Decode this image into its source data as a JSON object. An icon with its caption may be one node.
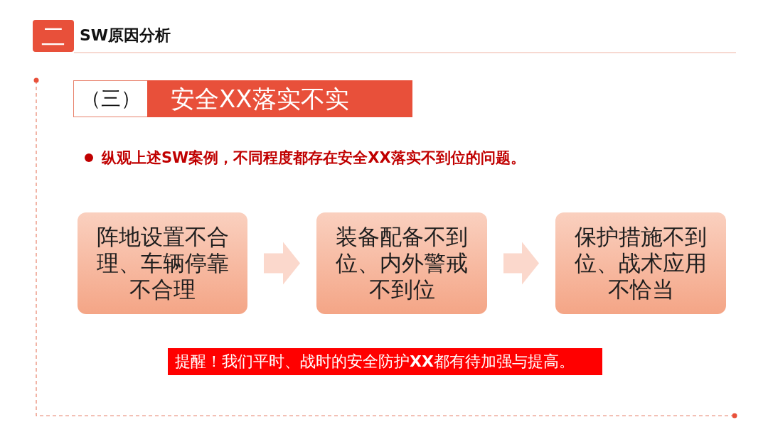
{
  "diagram": {
    "title": "SW原因分析",
    "nodes": [
      {
        "text": [
          "二"
        ]
      },
      {
        "text": [
          "（三）"
        ]
      },
      {
        "text": [
          "安全XX落实不实"
        ]
      },
      {
        "text": [
          "阵地设置不合理、车辆停靠不合理"
        ]
      },
      {
        "text": [
          "装备配备不到位、内外警戒不到位"
        ]
      },
      {
        "text": [
          "保护措施不到位、战术应用不恰当"
        ]
      },
      {
        "text": [
          "提醒！我们平时、战时的安全防护**XX**都有待加强与提高。"
        ]
      }
    ],
    "edges": [
      {
        "from": 3,
        "to": 4,
        "arrow": "to"
      },
      {
        "from": 4,
        "to": 5,
        "arrow": "to"
      }
    ],
    "labels": [
      "纵观上述SW案例，不同程度都存在安全XX落实不到位的问题。"
    ]
  }
}
